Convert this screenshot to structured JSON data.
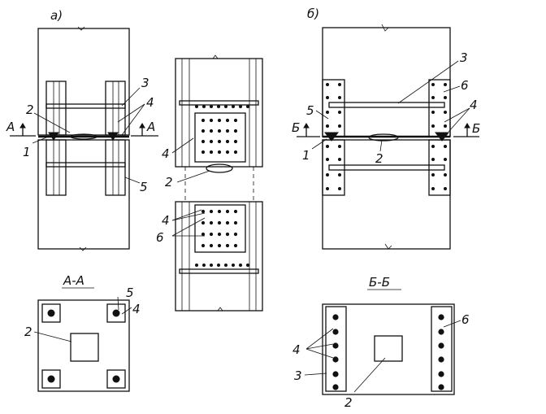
{
  "panel_a": {
    "title": "а)",
    "labels": {
      "n1": "1",
      "n2": "2",
      "n3": "3",
      "n4": "4",
      "n5": "5"
    },
    "section_mark": "A"
  },
  "panel_b": {
    "title": "б)",
    "labels": {
      "n1": "1",
      "n2": "2",
      "n3": "3",
      "n4": "4",
      "n5": "5",
      "n6": "6"
    },
    "section_mark": "Б"
  },
  "middle": {
    "labels": {
      "n2": "2",
      "n4a": "4",
      "n4b": "4",
      "n6": "6"
    }
  },
  "section_aa": {
    "title": "А-А",
    "labels": {
      "n2": "2",
      "n4": "4",
      "n5": "5"
    }
  },
  "section_bb": {
    "title": "Б-Б",
    "labels": {
      "n2": "2",
      "n3": "3",
      "n4": "4",
      "n6": "6"
    }
  },
  "colors": {
    "ink": "#111111",
    "paper": "#ffffff"
  }
}
